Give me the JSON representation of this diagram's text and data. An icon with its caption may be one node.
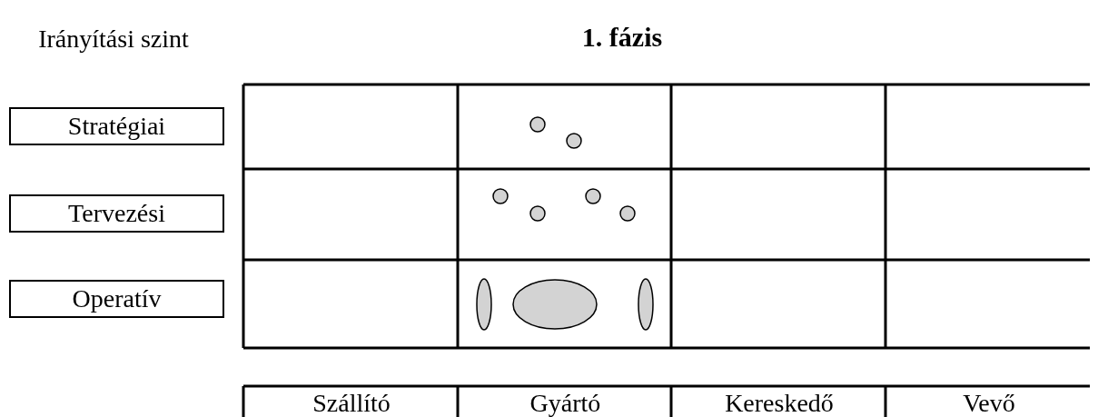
{
  "diagram": {
    "title": "1. fázis",
    "nodes": [
      {
        "text": [
          "Stratégiai"
        ]
      },
      {
        "text": [
          "Tervezési"
        ]
      },
      {
        "text": [
          "Operatív"
        ]
      }
    ],
    "labels": [
      "Irányítási szint",
      "Szállító",
      "Gyártó",
      "Kereskedő",
      "Vevő"
    ]
  }
}
